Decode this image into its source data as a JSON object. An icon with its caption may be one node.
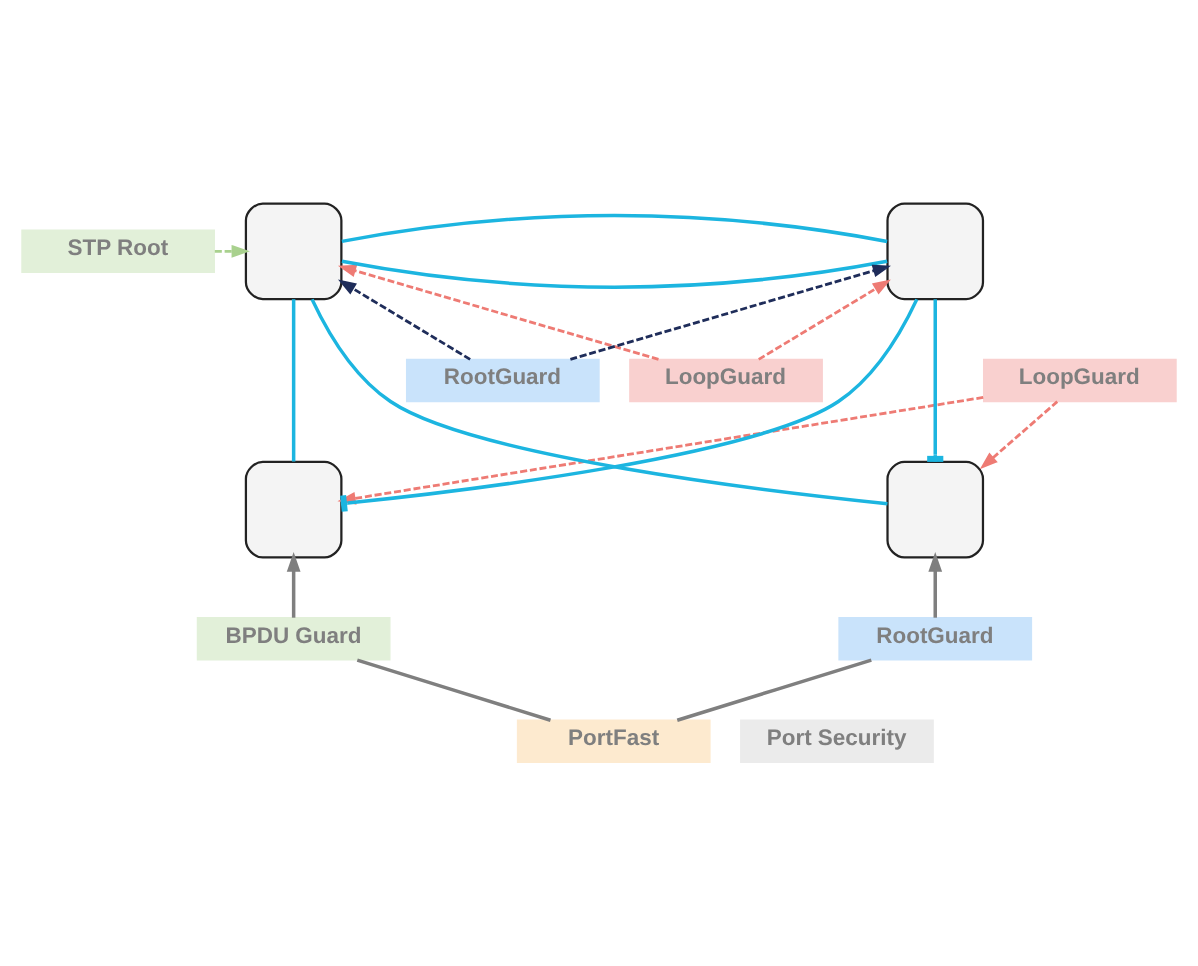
{
  "diagram": {
    "nodes": [
      {
        "text": [
          "LoopGuard"
        ]
      },
      {
        "text": [
          "STP Root"
        ]
      },
      {
        "text": [],
        "shape": "box"
      },
      {
        "text": [],
        "shape": "box"
      },
      {
        "text": [
          "RootGuard"
        ]
      },
      {
        "text": [
          "LoopGuard"
        ]
      },
      {
        "text": [],
        "shape": "box"
      },
      {
        "text": [],
        "shape": "box"
      },
      {
        "text": [
          "BPDU Guard"
        ]
      },
      {
        "text": [
          "RootGuard"
        ]
      },
      {
        "text": [
          "PortFast"
        ]
      },
      {
        "text": [
          "Port Security"
        ]
      }
    ],
    "edges": [
      {
        "from": 0,
        "to": 2,
        "arrow": "to",
        "style": "dashed",
        "color": "#ee7b74"
      },
      {
        "from": 0,
        "to": 3,
        "arrow": "to",
        "style": "dashed",
        "color": "#ee7b74"
      },
      {
        "from": 1,
        "to": 2,
        "arrow": "to",
        "style": "dashed",
        "color": "#a9d18e"
      },
      {
        "from": 2,
        "to": 3,
        "arrow": "none"
      },
      {
        "from": 2,
        "to": 3,
        "arrow": "none"
      },
      {
        "from": 4,
        "to": 2,
        "arrow": "to",
        "style": "dashed",
        "color": "#1f2d5a"
      },
      {
        "from": 4,
        "to": 3,
        "arrow": "to",
        "style": "dashed",
        "color": "#1f2d5a"
      },
      {
        "from": 6,
        "to": 2,
        "arrow": "none"
      },
      {
        "from": 7,
        "to": 2,
        "arrow": "none"
      },
      {
        "from": 6,
        "to": 3,
        "arrow": "other"
      },
      {
        "from": 7,
        "to": 3,
        "arrow": "other"
      },
      {
        "from": 5,
        "to": 6,
        "arrow": "to",
        "style": "dashed",
        "color": "#ee7b74"
      },
      {
        "from": 5,
        "to": 7,
        "arrow": "to",
        "style": "dashed",
        "color": "#ee7b74"
      },
      {
        "from": 8,
        "to": 6,
        "arrow": "to",
        "color": "#7f7f7f"
      },
      {
        "from": 9,
        "to": 7,
        "arrow": "to",
        "color": "#7f7f7f"
      },
      {
        "from": 10,
        "to": 8,
        "arrow": "none",
        "color": "#7f7f7f"
      },
      {
        "from": 10,
        "to": 9,
        "arrow": "none",
        "color": "#7f7f7f"
      }
    ]
  }
}
